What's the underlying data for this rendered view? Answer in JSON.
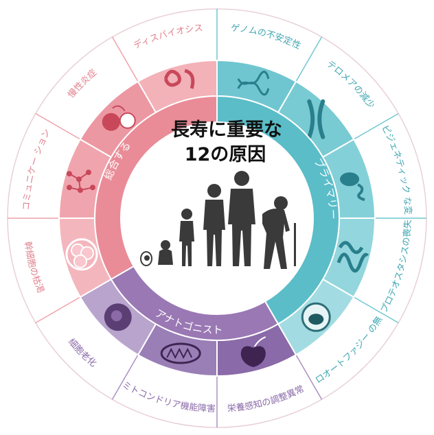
{
  "title_line1": "長寿に重要な",
  "title_line2": "12の原因",
  "categories": [
    {
      "label": "プライマリー",
      "color": "#5bbdc8"
    },
    {
      "label": "アナトゴニスト",
      "color": "#9a78b4"
    },
    {
      "label": "総合する",
      "color": "#e98c98"
    }
  ],
  "hallmarks": [
    {
      "label": "ゲノムの不安定性",
      "icon": "dna-helix-icon"
    },
    {
      "label": "テロメアの減少",
      "icon": "chromosome-icon"
    },
    {
      "label": "エピジェネティック な変化",
      "icon": "chromatin-coil-icon"
    },
    {
      "label": "プロテオスタシスの喪失",
      "icon": "misfolded-protein-icon"
    },
    {
      "label": "マクロオートファジー の無効化",
      "icon": "autophagosome-icon"
    },
    {
      "label": "栄養感知の調整異常",
      "icon": "apple-dna-icon"
    },
    {
      "label": "ミトコンドリア機能障害",
      "icon": "mitochondrion-icon"
    },
    {
      "label": "細胞老化",
      "icon": "senescent-cell-icon"
    },
    {
      "label": "幹細胞の枯渇",
      "icon": "stem-cell-icon"
    },
    {
      "label": "細胞間コミュニケー ションの変化",
      "icon": "cell-network-icon"
    },
    {
      "label": "慢性炎症",
      "icon": "inflammation-icon"
    },
    {
      "label": "ディスバイオシス",
      "icon": "microbe-icon"
    }
  ]
}
